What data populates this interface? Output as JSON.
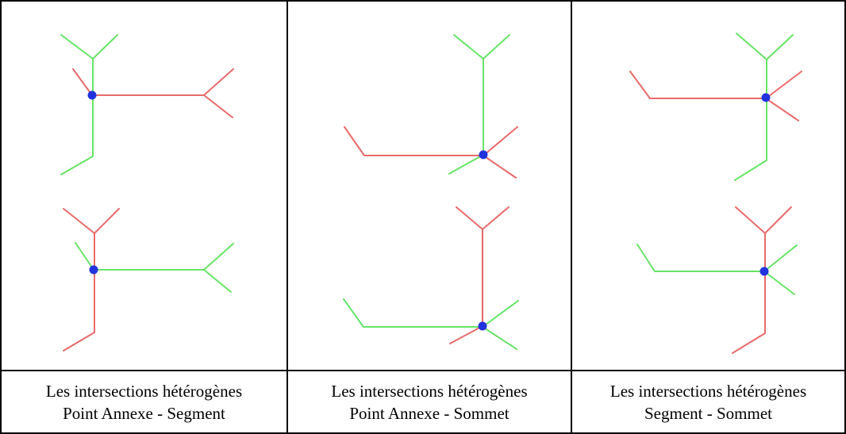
{
  "colors": {
    "green": "#66e466",
    "red": "#e86a6a",
    "node": "#2233dd",
    "border": "#000000"
  },
  "columns": [
    {
      "id": "col-1",
      "caption_line1": "Les intersections hétérogènes",
      "caption_line2": "Point Annexe - Segment"
    },
    {
      "id": "col-2",
      "caption_line1": "Les intersections hétérogènes",
      "caption_line2": "Point Annexe - Sommet"
    },
    {
      "id": "col-3",
      "caption_line1": "Les intersections hétérogènes",
      "caption_line2": "Segment - Sommet"
    }
  ]
}
